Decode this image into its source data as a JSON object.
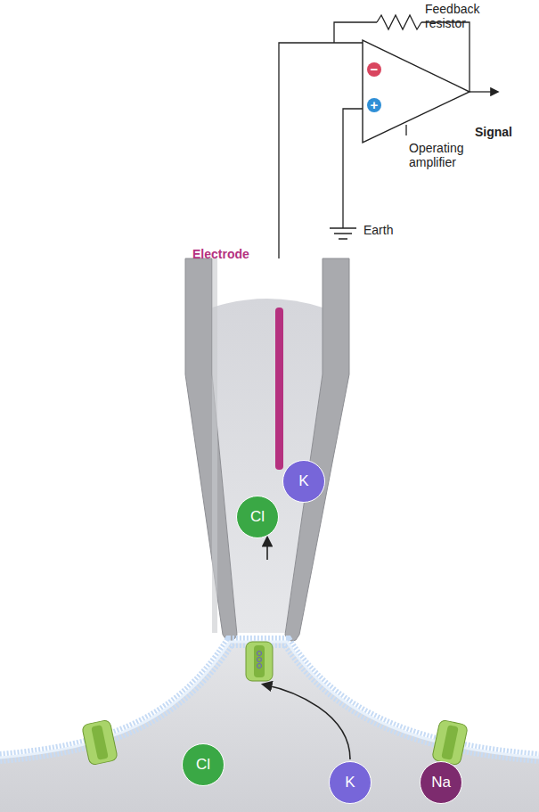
{
  "diagram": {
    "nodes": [
      {
        "text": [
          "K"
        ]
      },
      {
        "text": [
          "Cl"
        ]
      },
      {
        "text": [
          "Cl"
        ]
      },
      {
        "text": [
          "K"
        ]
      },
      {
        "text": [
          "Na"
        ]
      }
    ],
    "labels": [
      "Feedback resistor",
      "Operating amplifier",
      "Signal",
      "Earth",
      "Electrode",
      "−",
      "+"
    ]
  }
}
